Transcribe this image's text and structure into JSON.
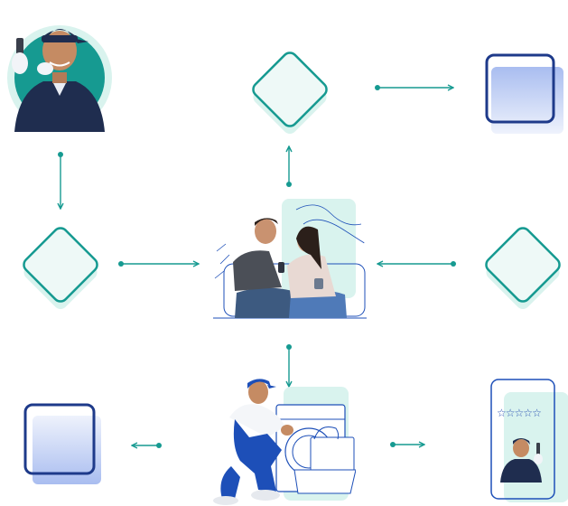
{
  "colors": {
    "teal": "#169a91",
    "teal_light": "#d9f3ee",
    "navy": "#1e3a8a",
    "blue_fill": "#b8c8f0",
    "technician_shirt": "#1f2d4f",
    "worker_blue": "#1d4fb8"
  },
  "nodes": [
    {
      "id": "technician",
      "kind": "photo",
      "icon": "technician-with-phone"
    },
    {
      "id": "top-diamond",
      "kind": "diamond"
    },
    {
      "id": "top-right-box",
      "kind": "square"
    },
    {
      "id": "left-diamond",
      "kind": "diamond"
    },
    {
      "id": "couple",
      "kind": "photo",
      "icon": "couple-on-sofa-with-phone"
    },
    {
      "id": "right-diamond",
      "kind": "diamond"
    },
    {
      "id": "bottom-left-box",
      "kind": "square"
    },
    {
      "id": "repair",
      "kind": "photo",
      "icon": "technician-repairing-washing-machine"
    },
    {
      "id": "phone-review",
      "kind": "phone",
      "icon": "phone-with-rating",
      "rating": 5,
      "rating_max": 5
    }
  ],
  "links": [
    {
      "from": "technician",
      "to": "left-diamond"
    },
    {
      "from": "left-diamond",
      "to": "couple"
    },
    {
      "from": "couple",
      "to": "top-diamond"
    },
    {
      "from": "top-diamond",
      "to": "top-right-box"
    },
    {
      "from": "right-diamond",
      "to": "couple"
    },
    {
      "from": "couple",
      "to": "repair"
    },
    {
      "from": "repair",
      "to": "bottom-left-box"
    },
    {
      "from": "repair",
      "to": "phone-review"
    }
  ]
}
